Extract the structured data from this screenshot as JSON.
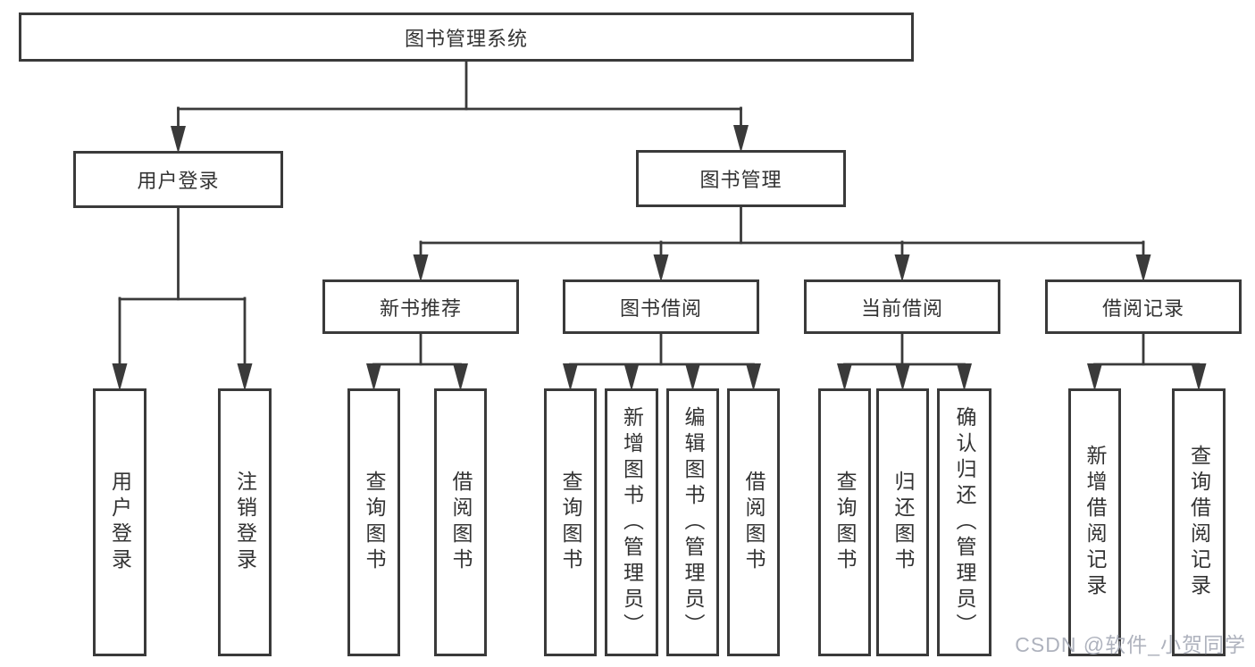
{
  "diagram_title": "图书管理系统",
  "watermark": "CSDN @软件_小贺同学",
  "colors": {
    "line": "#3a3a3a",
    "box_border": "#3a3a3a",
    "box_background": "#ffffff",
    "text": "#333333",
    "watermark": "#a5aab6"
  },
  "tree": {
    "id": "root",
    "label": "图书管理系统",
    "children": [
      {
        "id": "user-login",
        "label": "用户登录",
        "children": [
          {
            "id": "leaf-user-login",
            "label": "用户登录",
            "children": []
          },
          {
            "id": "leaf-logout",
            "label": "注销登录",
            "children": []
          }
        ]
      },
      {
        "id": "book-mgmt",
        "label": "图书管理",
        "children": [
          {
            "id": "new-book-rec",
            "label": "新书推荐",
            "children": [
              {
                "id": "nbr-query",
                "label": "查询图书",
                "children": []
              },
              {
                "id": "nbr-borrow",
                "label": "借阅图书",
                "children": []
              }
            ]
          },
          {
            "id": "book-borrow",
            "label": "图书借阅",
            "children": [
              {
                "id": "bb-query",
                "label": "查询图书",
                "children": []
              },
              {
                "id": "bb-add",
                "label": "新增图书（管理员）",
                "children": []
              },
              {
                "id": "bb-edit",
                "label": "编辑图书（管理员）",
                "children": []
              },
              {
                "id": "bb-borrow",
                "label": "借阅图书",
                "children": []
              }
            ]
          },
          {
            "id": "current-borrow",
            "label": "当前借阅",
            "children": [
              {
                "id": "cb-query",
                "label": "查询图书",
                "children": []
              },
              {
                "id": "cb-return",
                "label": "归还图书",
                "children": []
              },
              {
                "id": "cb-confirm",
                "label": "确认归还（管理员）",
                "children": []
              }
            ]
          },
          {
            "id": "borrow-records",
            "label": "借阅记录",
            "children": [
              {
                "id": "br-add",
                "label": "新增借阅记录",
                "children": []
              },
              {
                "id": "br-query",
                "label": "查询借阅记录",
                "children": []
              }
            ]
          }
        ]
      }
    ]
  }
}
